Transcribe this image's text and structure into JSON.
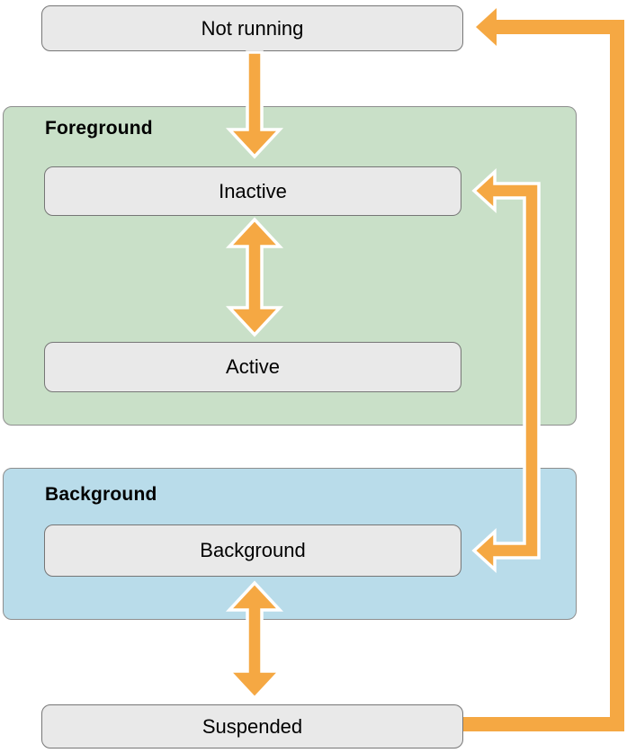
{
  "diagram": {
    "nodes": {
      "not_running": "Not running",
      "inactive": "Inactive",
      "active": "Active",
      "background": "Background",
      "suspended": "Suspended"
    },
    "groups": {
      "foreground_label": "Foreground",
      "background_label": "Background"
    },
    "transitions": [
      {
        "from": "Not running",
        "to": "Inactive",
        "direction": "one-way"
      },
      {
        "from": "Inactive",
        "to": "Active",
        "direction": "two-way"
      },
      {
        "from": "Inactive",
        "to": "Background",
        "direction": "two-way"
      },
      {
        "from": "Background",
        "to": "Suspended",
        "direction": "two-way"
      },
      {
        "from": "Suspended",
        "to": "Not running",
        "direction": "one-way"
      }
    ],
    "colors": {
      "foreground_panel": "#c9e0c8",
      "background_panel": "#b9dcea",
      "node_fill": "#e9e9e9",
      "arrow": "#f5a843",
      "arrow_casing": "#ffffff",
      "text": "#000000"
    }
  }
}
